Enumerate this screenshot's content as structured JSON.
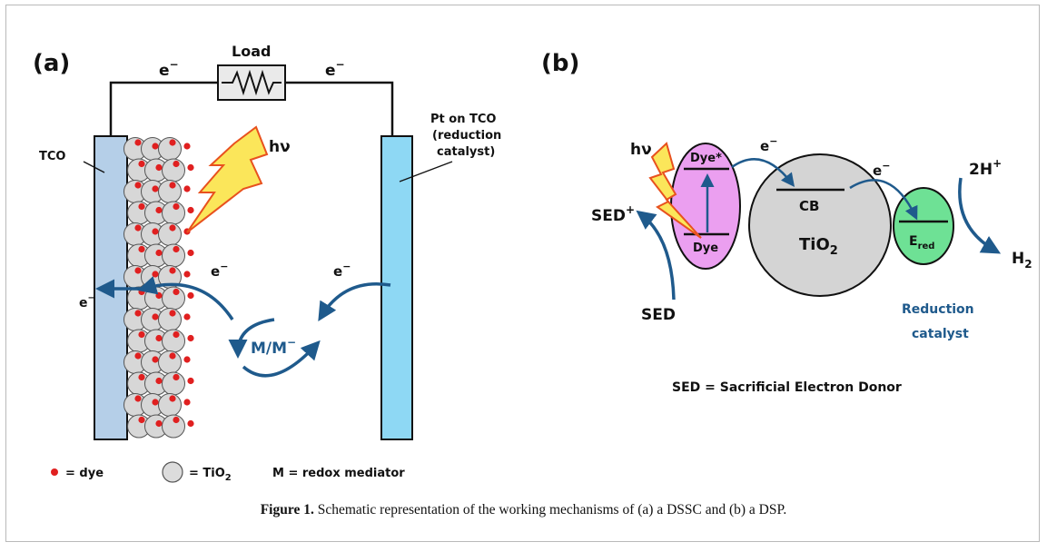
{
  "panel_a": {
    "panel_label": "(a)",
    "load_label": "Load",
    "electron_top_left": "e",
    "electron_top_right": "e",
    "electron_sup": "−",
    "tco_label": "TCO",
    "pt_label_line1": "Pt on TCO",
    "pt_label_line2": "(reduction",
    "pt_label_line3": "catalyst)",
    "hv_label": "hν",
    "electron_mid_left": "e",
    "electron_mid_right": "e",
    "electron_electrode": "e",
    "mediator_label": "M/M",
    "legend_dye": "= dye",
    "legend_tio2_prefix": "= TiO",
    "legend_tio2_sub": "2",
    "legend_mediator": "M = redox mediator"
  },
  "panel_b": {
    "panel_label": "(b)",
    "hv_label": "hν",
    "dye_star_label": "Dye*",
    "dye_label": "Dye",
    "electron_1": "e",
    "electron_2": "e",
    "electron_sup": "−",
    "cb_label": "CB",
    "tio2_prefix": "TiO",
    "tio2_sub": "2",
    "ered_prefix": "E",
    "ered_sub": "red",
    "two_h_label": "2H",
    "two_h_sup": "+",
    "h2_prefix": "H",
    "h2_sub": "2",
    "sed_plus_label": "SED",
    "sed_plus_sup": "+",
    "sed_label": "SED",
    "reduction_catalyst_line1": "Reduction",
    "reduction_catalyst_line2": "catalyst",
    "sed_definition": "SED = Sacrificial Electron Donor"
  },
  "caption": {
    "figure_label": "Figure 1.",
    "text": " Schematic representation of the working mechanisms of (a) a DSSC and (b) a DSP."
  }
}
